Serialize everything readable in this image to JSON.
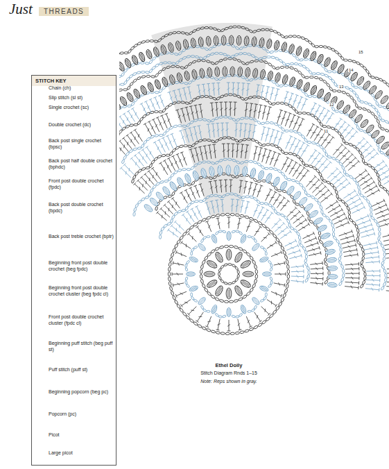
{
  "diagram": {
    "title": "Ethel Doily",
    "caption": "Stitch Diagram Rnds 1–15",
    "nodes": [
      {
        "text": [
          "THREADS"
        ]
      },
      {
        "text": [
          "STITCH KEY"
        ]
      }
    ],
    "labels": [
      "Just",
      "Note: Reps shown in gray.",
      "15",
      "14",
      "13",
      "12",
      "11"
    ],
    "legend": [
      {
        "text": "Chain (ch)"
      },
      {
        "text": "Slip stitch (sl st)"
      },
      {
        "text": "Single crochet (sc)"
      },
      {
        "text": "Double crochet (dc)"
      },
      {
        "text": "Back post single crochet (bpsc)"
      },
      {
        "text": "Back post half double crochet (bphdc)"
      },
      {
        "text": "Front post double crochet (fpdc)"
      },
      {
        "text": "Back post double crochet (bpdc)"
      },
      {
        "text": "Back post treble crochet (bptr)"
      },
      {
        "text": "Beginning front post double crochet (beg fpdc)"
      },
      {
        "text": "Beginning front post double crochet cluster (beg fpdc cl)"
      },
      {
        "text": "Front post double crochet cluster (fpdc cl)"
      },
      {
        "text": "Beginning puff stitch (beg puff st)"
      },
      {
        "text": "Puff stitch (puff st)"
      },
      {
        "text": "Beginning popcorn (beg pc)"
      },
      {
        "text": "Popcorn (pc)"
      },
      {
        "text": "Picot"
      },
      {
        "text": "Large picot"
      }
    ]
  }
}
